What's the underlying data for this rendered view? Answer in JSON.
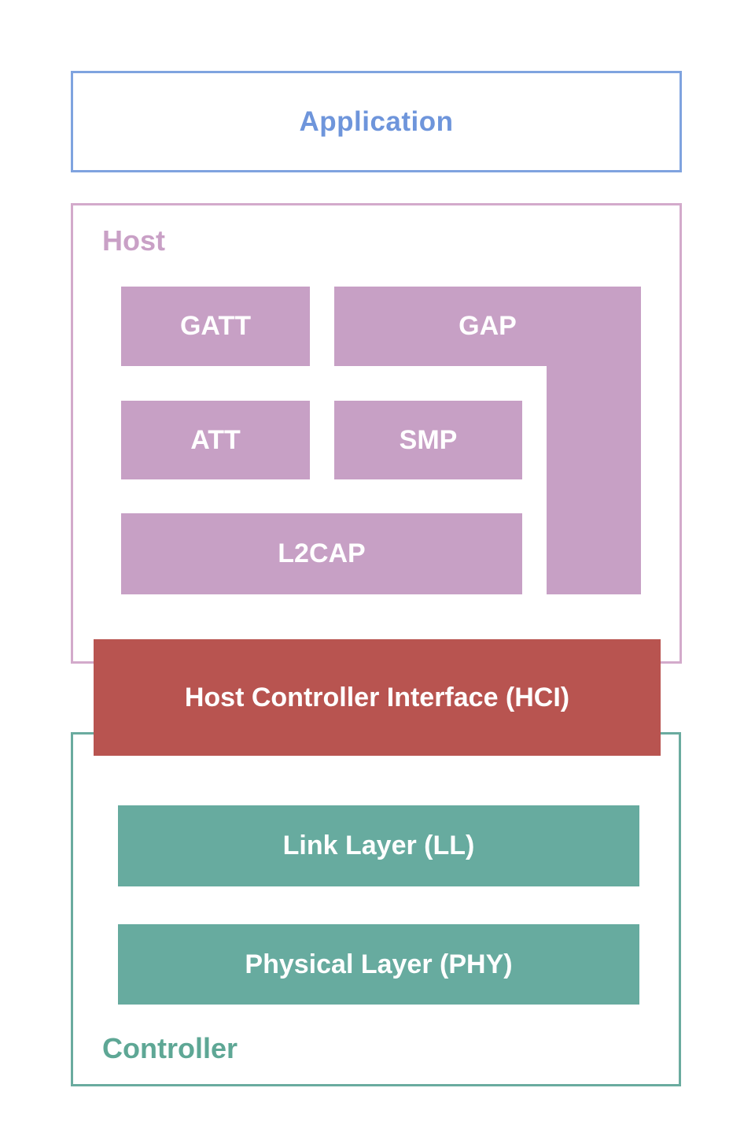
{
  "palette": {
    "blue_border": "#7FA3DF",
    "blue_text": "#6E95DB",
    "pink_border": "#D3AACB",
    "pink_text": "#C9A0C6",
    "pink_fill": "#C7A0C5",
    "red_fill": "#B85450",
    "teal_fill": "#67AB9F",
    "teal_border": "#6AAB9F",
    "teal_text": "#5EA795",
    "box_text": "#FFFFFF"
  },
  "diagram": {
    "application": {
      "label": "Application"
    },
    "host": {
      "label": "Host",
      "blocks": {
        "gatt": "GATT",
        "gap": "GAP",
        "att": "ATT",
        "smp": "SMP",
        "l2cap": "L2CAP"
      }
    },
    "hci": {
      "label": "Host Controller Interface (HCI)"
    },
    "controller": {
      "label": "Controller",
      "blocks": {
        "ll": "Link Layer (LL)",
        "phy": "Physical Layer (PHY)"
      }
    }
  }
}
